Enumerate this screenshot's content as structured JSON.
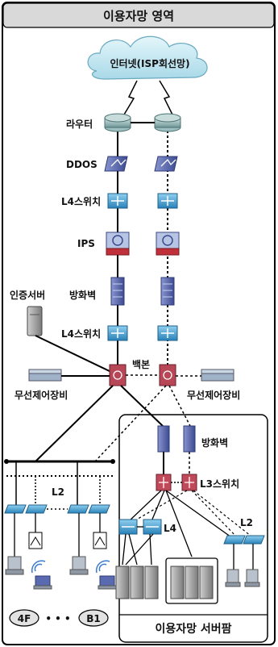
{
  "header": {
    "title": "이용자망 영역"
  },
  "cloud": {
    "label": "인터넷(ISP회선망)"
  },
  "layers": {
    "router": "라우터",
    "ddos": "DDOS",
    "l4_top": "L4스위치",
    "ips": "IPS",
    "firewall": "방화벽",
    "auth_server": "인증서버",
    "l4_bottom": "L4스위치",
    "backbone": "백본",
    "wireless_left": "무선제어장비",
    "wireless_right": "무선제어장비"
  },
  "server_farm": {
    "firewall": "방화벽",
    "l3": "L3스위치",
    "l4": "L4",
    "l2": "L2",
    "title": "이용자망 서버팜"
  },
  "floors": {
    "l2": "L2",
    "first": "4F",
    "ellipsis": "• • •",
    "last": "B1"
  },
  "colors": {
    "frame": "#000000",
    "header_bg": "#dcdcdc",
    "cloud": "#bde3ee",
    "router": "#8fb6b8",
    "switch": "#4aa7d9",
    "firewall": "#5a6ab0",
    "backbone": "#9b3a4a",
    "server": "#a0a0a0"
  }
}
